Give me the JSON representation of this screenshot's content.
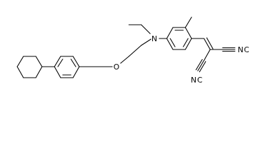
{
  "molecule": {
    "atom_labels": {
      "nitrogen": "N",
      "oxygen": "O",
      "nitrile_top": "N",
      "nitrile_top_carbon": "C",
      "nitrile_bottom": "N",
      "nitrile_bottom_carbon": "C"
    },
    "colors": {
      "bond": "#000000",
      "label": "#000000",
      "background": "#ffffff"
    }
  }
}
